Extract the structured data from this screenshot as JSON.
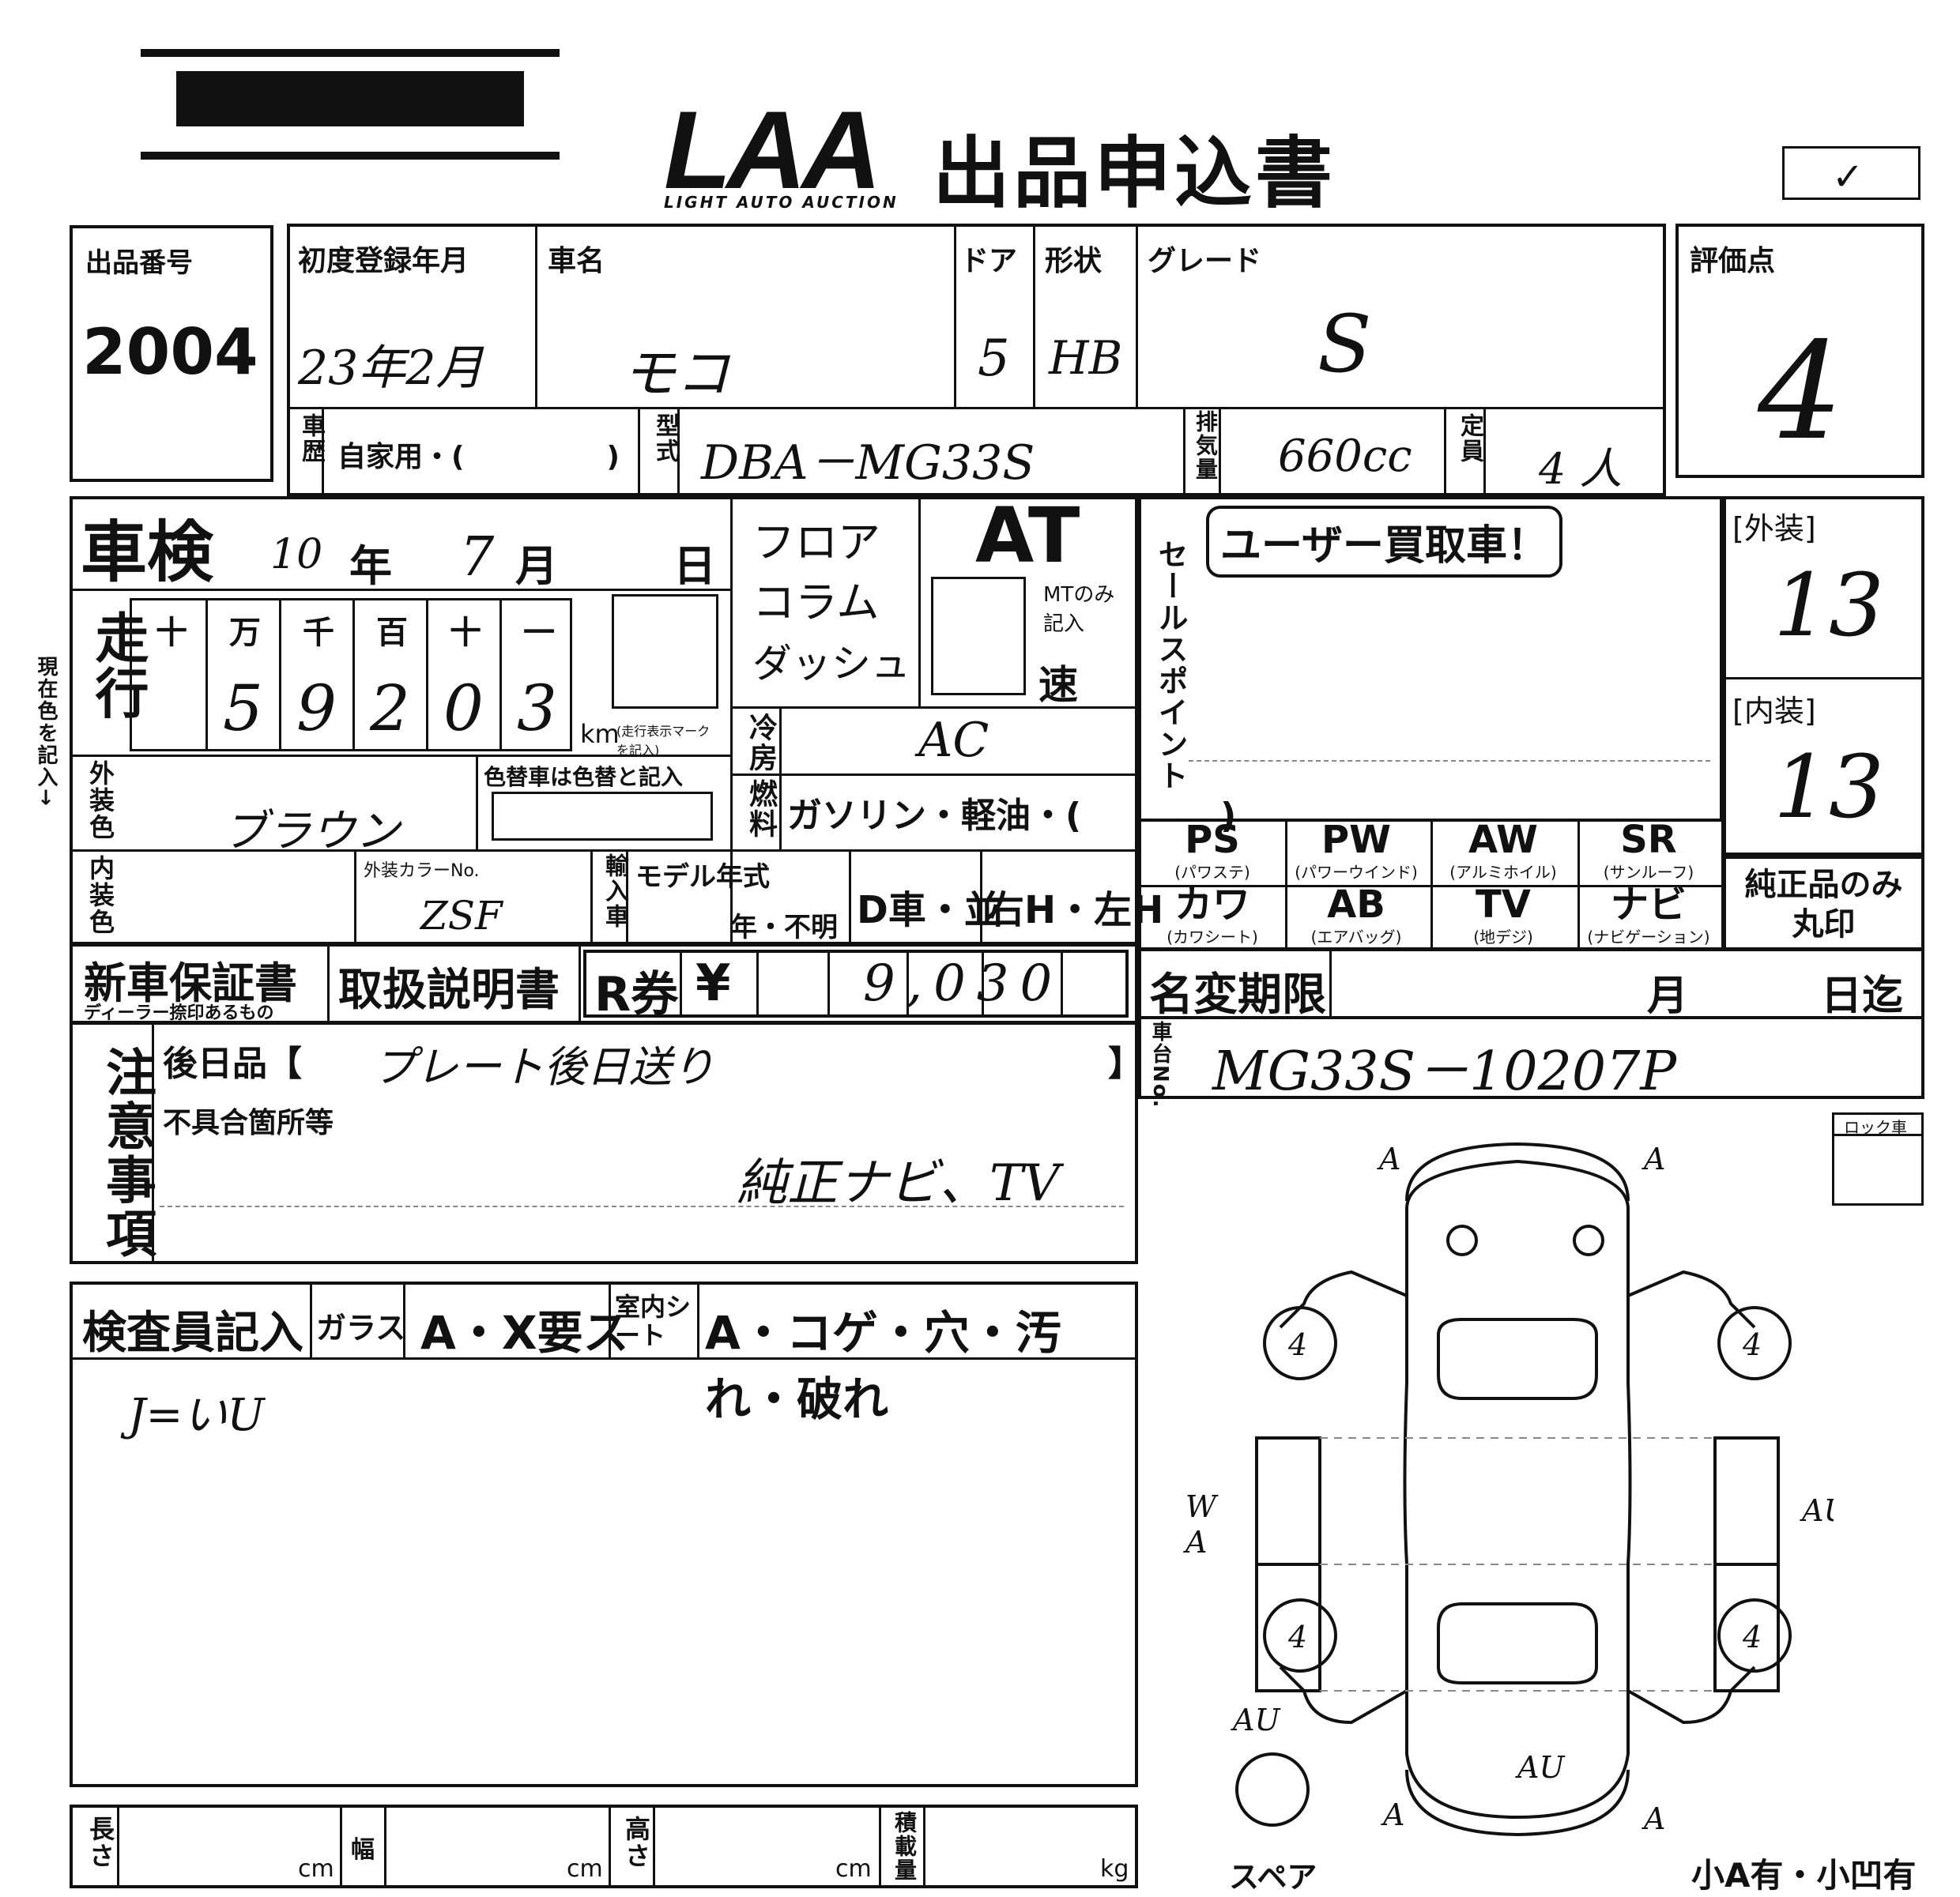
{
  "header": {
    "logo": "LAA",
    "logo_sub": "LIGHT AUTO AUCTION",
    "title": "出品申込書",
    "check_mark": "✓"
  },
  "labels": {
    "lot_no": "出品番号",
    "first_reg": "初度登録年月",
    "car_name": "車名",
    "door": "ドア",
    "shape": "形状",
    "grade": "グレード",
    "score": "評価点",
    "history": "車歴",
    "history_value": "自家用・(　　　　　)",
    "model": "型式",
    "displacement": "排気量",
    "capacity": "定員",
    "shaken": "車検",
    "shaken_year": "年",
    "shaken_month": "月",
    "shaken_day": "日",
    "mileage": "走行",
    "digits": [
      "十",
      "万",
      "千",
      "百",
      "十",
      "一"
    ],
    "km": "km",
    "km_note": "(走行表示マーク を記入)",
    "ext_color": "外装色",
    "color_change": "色替車は色替と記入",
    "int_color": "内装色",
    "color_no": "外装カラーNo.",
    "import": "輸入車",
    "model_year": "モデル年式",
    "year_unknown": "年・不明",
    "dealer": "D車・並",
    "handle": "右H・左H",
    "floor": "フロア",
    "column": "コラム",
    "dash": "ダッシュ",
    "mt_only": "MTのみ記入",
    "speed": "速",
    "aircon": "冷房",
    "fuel": "燃料",
    "fuel_options": "ガソリン・軽油・(　　　　)",
    "sales_point": "セールスポイント",
    "exterior": "[外装]",
    "interior": "[内装]",
    "genuine_only": "純正品のみ丸印",
    "new_warranty": "新車保証書",
    "dealer_stamp": "ディーラー捺印あるもの",
    "manual": "取扱説明書",
    "recycle": "R券",
    "yen": "¥",
    "name_change": "名変期限",
    "nc_month": "月",
    "nc_day": "日迄",
    "chassis_no": "車台No.",
    "notes": "注意事項",
    "later_item": "後日品【",
    "later_close": "】",
    "defects": "不具合箇所等",
    "inspector": "検査員記入",
    "glass": "ガラス",
    "glass_options": "A・X要ス",
    "seat": "室内シート",
    "seat_options": "A・コゲ・穴・汚れ・破れ",
    "length": "長さ",
    "width": "幅",
    "height": "高さ",
    "load": "積載量",
    "cm": "cm",
    "kg": "kg",
    "spare": "スペア",
    "lock": "ロック車",
    "footer_note": "小A有・小凹有",
    "left_note": "現在色を記入→"
  },
  "equipment": [
    {
      "code": "PS",
      "name": "(パワステ)"
    },
    {
      "code": "PW",
      "name": "(パワーウインド)"
    },
    {
      "code": "AW",
      "name": "(アルミホイル)"
    },
    {
      "code": "SR",
      "name": "(サンルーフ)"
    },
    {
      "code": "カワ",
      "name": "(カワシート)"
    },
    {
      "code": "AB",
      "name": "(エアバッグ)"
    },
    {
      "code": "TV",
      "name": "(地デジ)"
    },
    {
      "code": "ナビ",
      "name": "(ナビゲーション)"
    }
  ],
  "values": {
    "lot_no": "2004",
    "first_reg": "23年2月",
    "car_name": "モコ",
    "door": "5",
    "shape": "HB",
    "grade": "S",
    "score": "4",
    "model": "DBA－MG33S",
    "displacement": "660cc",
    "capacity": "4 人",
    "shaken_year": "10",
    "shaken_month": "7",
    "mileage_digits": [
      "5",
      "9",
      "2",
      "0",
      "3"
    ],
    "transmission": "AT",
    "aircon": "AC",
    "ext_color": "ブラウン",
    "color_no": "ZSF",
    "buyback_stamp": "ユーザー買取車！",
    "exterior_score": "13",
    "interior_score": "13",
    "recycle_amount": "9,030",
    "later_item": "プレート後日送り",
    "defect_note": "純正ナビ、TV",
    "chassis_no": "MG33S－10207P",
    "inspector_note": "J=いU"
  },
  "diagram_marks": [
    "A",
    "A",
    "4",
    "4",
    "4",
    "4",
    "W",
    "A",
    "AU",
    "AU",
    "AU",
    "A",
    "A"
  ]
}
